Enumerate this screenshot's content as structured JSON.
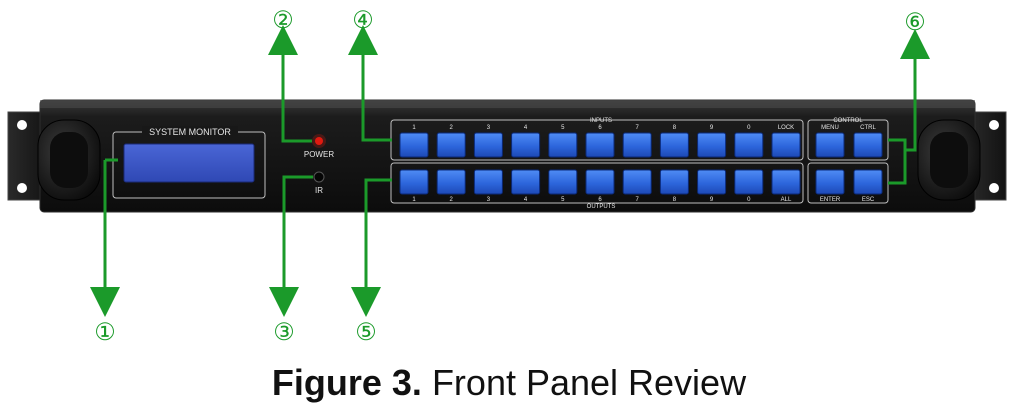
{
  "panel": {
    "system_monitor_label": "SYSTEM MONITOR",
    "power_label": "POWER",
    "ir_label": "IR",
    "inputs_title": "INPUTS",
    "outputs_title": "OUTPUTS",
    "control_title": "CONTROL",
    "input_keys": [
      "1",
      "2",
      "3",
      "4",
      "5",
      "6",
      "7",
      "8",
      "9",
      "0",
      "LOCK"
    ],
    "output_keys": [
      "1",
      "2",
      "3",
      "4",
      "5",
      "6",
      "7",
      "8",
      "9",
      "0",
      "ALL"
    ],
    "control_top_keys": [
      "MENU",
      "CTRL"
    ],
    "control_bottom_keys": [
      "ENTER",
      "ESC"
    ]
  },
  "callouts": [
    "①",
    "②",
    "③",
    "④",
    "⑤",
    "⑥"
  ],
  "caption": {
    "bold": "Figure 3.",
    "text": " Front Panel Review"
  },
  "colors": {
    "arrow": "#1b9a2a",
    "chassis": "#151515",
    "button": "#2f6be0",
    "lcd": "#3b56c8",
    "power_led": "#e01a10"
  }
}
